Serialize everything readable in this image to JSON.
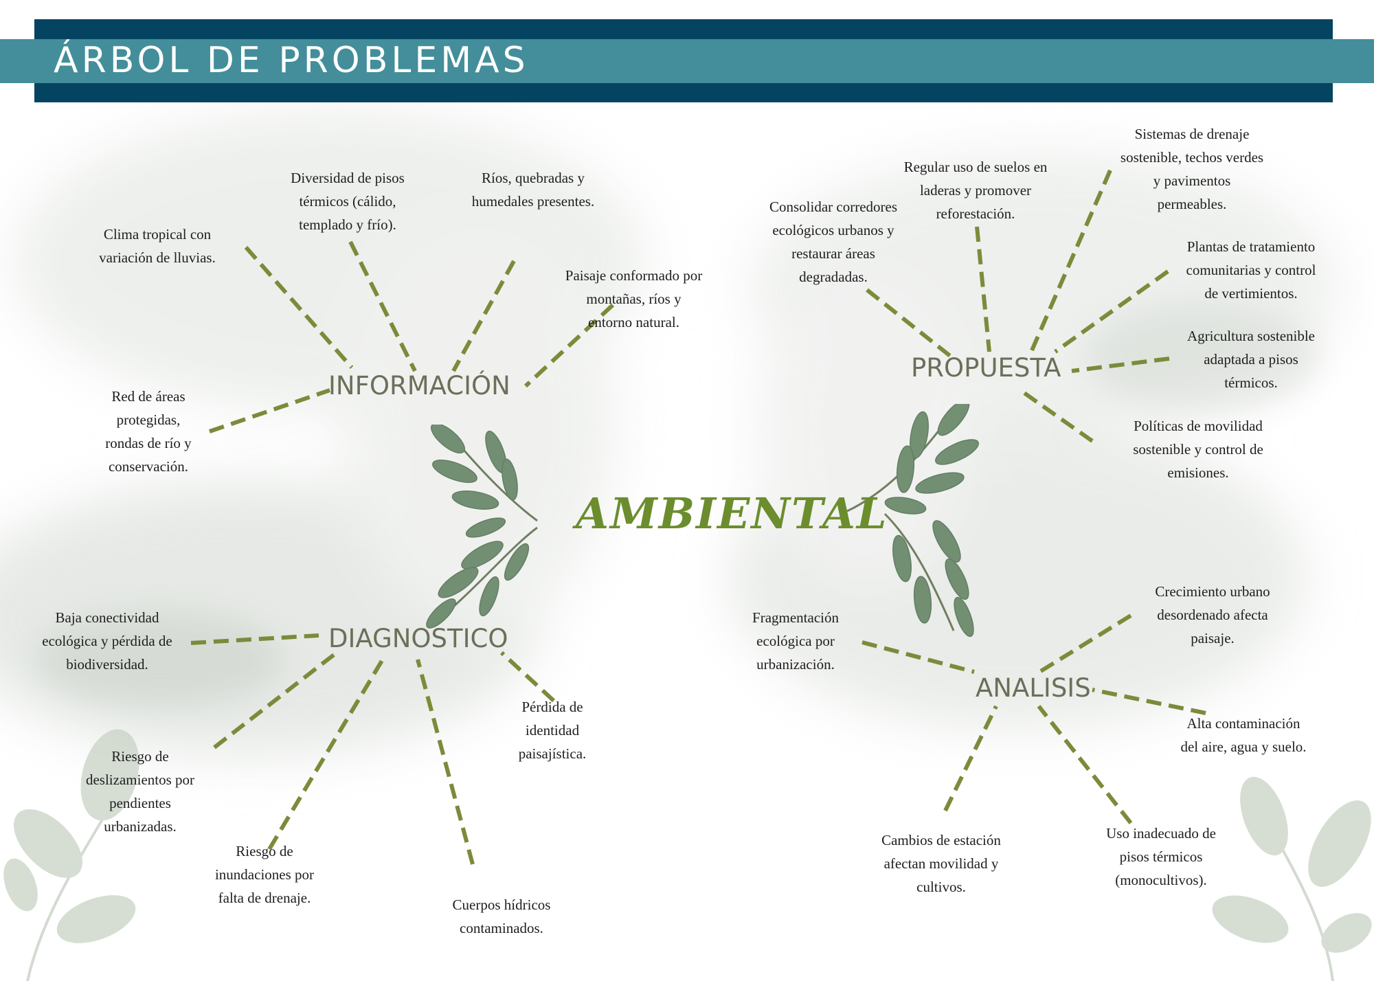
{
  "header": {
    "title": "ÁRBOL DE PROBLEMAS"
  },
  "center": {
    "label": "AMBIENTAL"
  },
  "colors": {
    "header_dark": "#044461",
    "header_band": "#438e9a",
    "connector": "#7b8b3a",
    "category_text": "#6c6f59",
    "center_text": "#6b8d2e"
  },
  "categories": {
    "informacion": "INFORMACIÓN",
    "propuesta": "PROPUESTA",
    "diagnostico": "DIAGNOSTICO",
    "analisis": "ANALISIS"
  },
  "notes": {
    "informacion": [
      [
        "Clima tropical con",
        "variación de lluvias."
      ],
      [
        "Diversidad de pisos",
        "térmicos (cálido,",
        "templado y frío)."
      ],
      [
        "Ríos, quebradas y",
        "humedales presentes."
      ],
      [
        "Paisaje conformado por",
        "montañas, ríos y",
        "entorno natural."
      ],
      [
        "Red de áreas",
        "protegidas,",
        "rondas de río y",
        "conservación."
      ]
    ],
    "propuesta": [
      [
        "Consolidar corredores",
        "ecológicos urbanos y",
        "restaurar áreas",
        "degradadas."
      ],
      [
        "Regular uso de suelos en",
        "laderas y promover",
        "reforestación."
      ],
      [
        "Sistemas de drenaje",
        "sostenible, techos verdes",
        "y pavimentos",
        "permeables."
      ],
      [
        "Plantas de tratamiento",
        "comunitarias y control",
        "de vertimientos."
      ],
      [
        "Agricultura sostenible",
        "adaptada a pisos",
        "térmicos."
      ],
      [
        "Políticas de movilidad",
        "sostenible y control de",
        "emisiones."
      ]
    ],
    "diagnostico": [
      [
        "Baja conectividad",
        "ecológica y pérdida de",
        "biodiversidad."
      ],
      [
        "Riesgo de",
        "deslizamientos por",
        "pendientes",
        "urbanizadas."
      ],
      [
        "Riesgo de",
        "inundaciones por",
        "falta de drenaje."
      ],
      [
        "Cuerpos hídricos",
        "contaminados."
      ],
      [
        "Pérdida de",
        "identidad",
        "paisajística."
      ]
    ],
    "analisis": [
      [
        "Fragmentación",
        "ecológica por",
        "urbanización."
      ],
      [
        "Crecimiento urbano",
        "desordenado afecta",
        "paisaje."
      ],
      [
        "Alta contaminación",
        "del aire, agua y suelo."
      ],
      [
        "Cambios de estación",
        "afectan movilidad y",
        "cultivos."
      ],
      [
        "Uso inadecuado de",
        "pisos térmicos",
        "(monocultivos)."
      ]
    ]
  },
  "decorations": [
    "branch-left-icon",
    "branch-right-icon",
    "leaves-bottom-left-icon",
    "leaves-bottom-right-icon"
  ]
}
